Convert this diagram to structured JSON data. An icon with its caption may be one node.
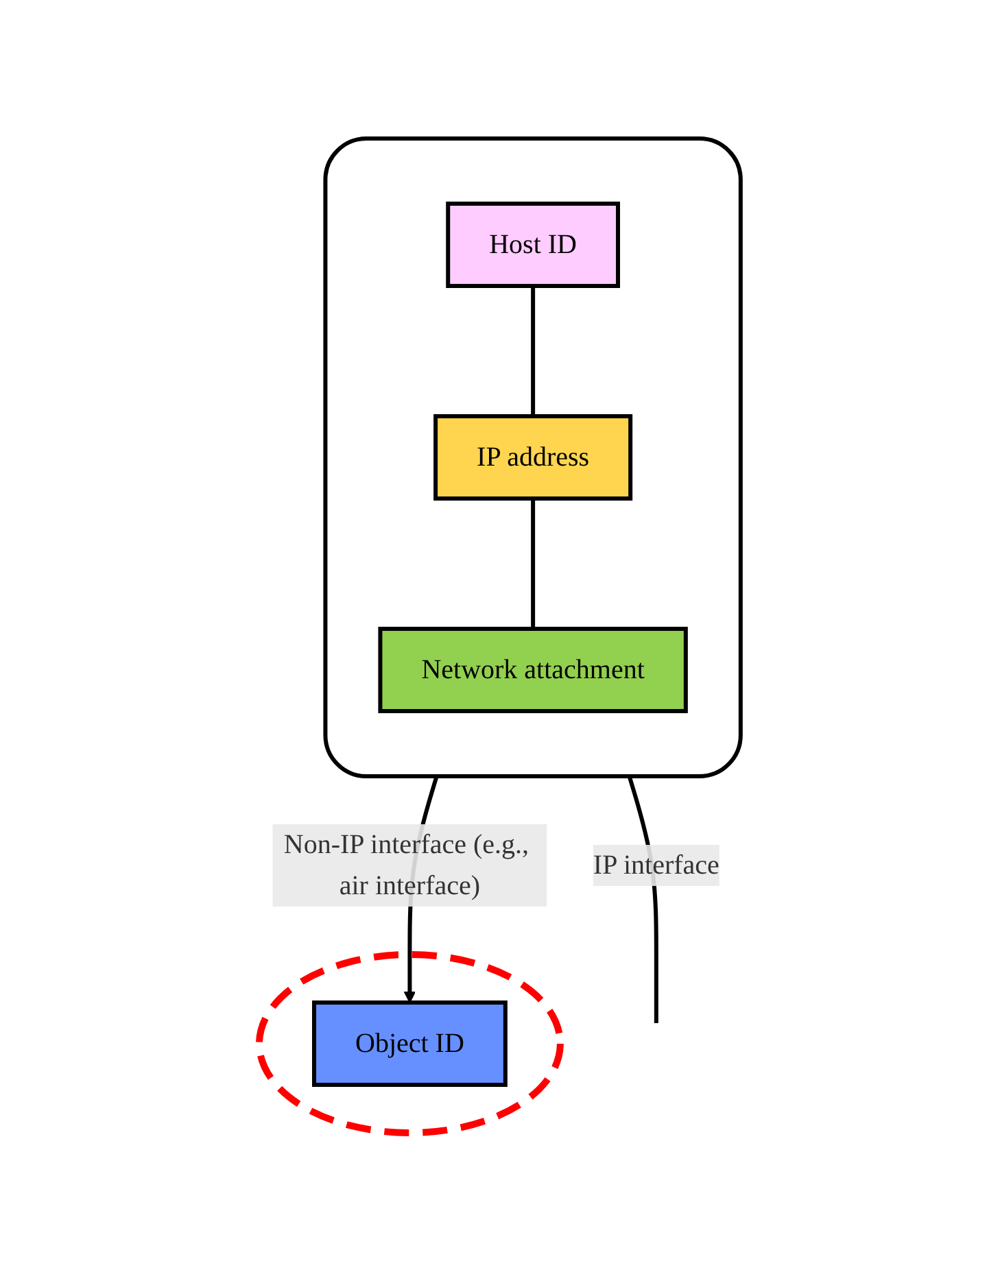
{
  "diagram": {
    "nodes": [
      {
        "text": [],
        "shape": "box"
      },
      {
        "text": [
          "Host ID"
        ],
        "in": 0
      },
      {
        "text": [
          "IP address"
        ],
        "in": 0
      },
      {
        "text": [
          "Network attachment"
        ],
        "in": 0
      },
      {
        "text": [],
        "shape": "circle"
      },
      {
        "text": [
          "Object ID"
        ],
        "in": 4
      }
    ],
    "edges": [
      {
        "from": 1,
        "to": 2,
        "arrow": "none"
      },
      {
        "from": 2,
        "to": 3,
        "arrow": "none"
      },
      {
        "from": 0,
        "to": 5,
        "arrow": "to",
        "label": "Non-IP interface (e.g., air interface)"
      },
      {
        "from": 0,
        "to": null,
        "arrow": "none",
        "label": "IP interface"
      }
    ]
  }
}
